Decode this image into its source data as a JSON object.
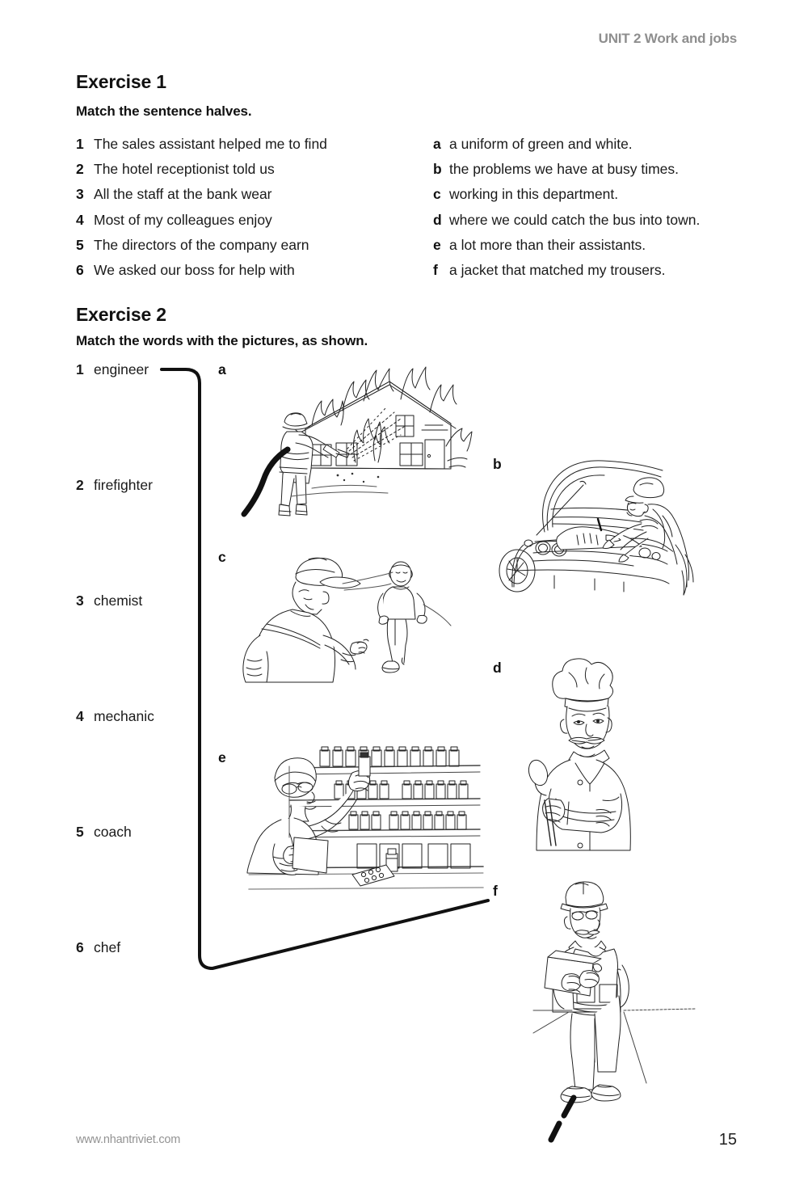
{
  "page": {
    "header": "UNIT 2 Work and jobs",
    "footer_url": "www.nhantriviet.com",
    "page_number": "15",
    "background": "#ffffff",
    "header_color": "#8e8e8e"
  },
  "exercise1": {
    "heading": "Exercise 1",
    "instruction": "Match the sentence halves.",
    "left": [
      {
        "marker": "1",
        "text": "The sales assistant helped me to find"
      },
      {
        "marker": "2",
        "text": "The hotel receptionist told us"
      },
      {
        "marker": "3",
        "text": "All the staff at the bank wear"
      },
      {
        "marker": "4",
        "text": "Most of my colleagues enjoy"
      },
      {
        "marker": "5",
        "text": "The directors of the company earn"
      },
      {
        "marker": "6",
        "text": "We asked our boss for help with"
      }
    ],
    "right": [
      {
        "marker": "a",
        "text": "a uniform of green and white."
      },
      {
        "marker": "b",
        "text": "the problems we have at busy times."
      },
      {
        "marker": "c",
        "text": "working in this department."
      },
      {
        "marker": "d",
        "text": "where we could catch the bus into town."
      },
      {
        "marker": "e",
        "text": "a lot more than their assistants."
      },
      {
        "marker": "f",
        "text": "a jacket that matched my trousers."
      }
    ]
  },
  "exercise2": {
    "heading": "Exercise 2",
    "instruction": "Match the words with the pictures, as shown.",
    "words": [
      {
        "marker": "1",
        "text": "engineer"
      },
      {
        "marker": "2",
        "text": "firefighter"
      },
      {
        "marker": "3",
        "text": "chemist"
      },
      {
        "marker": "4",
        "text": "mechanic"
      },
      {
        "marker": "5",
        "text": "coach"
      },
      {
        "marker": "6",
        "text": "chef"
      }
    ],
    "pictures": [
      {
        "marker": "a",
        "description": "firefighter-spraying-burning-house"
      },
      {
        "marker": "b",
        "description": "mechanic-repairing-car-engine"
      },
      {
        "marker": "c",
        "description": "coach-with-stopwatch-timing-runner"
      },
      {
        "marker": "d",
        "description": "chef-with-hat-holding-spoon"
      },
      {
        "marker": "e",
        "description": "chemist-in-pharmacy-with-medicine-bottles"
      },
      {
        "marker": "f",
        "description": "engineer-with-hard-hat-reading-plans"
      }
    ],
    "answer_line": {
      "from_word": "1",
      "to_picture": "f"
    }
  }
}
